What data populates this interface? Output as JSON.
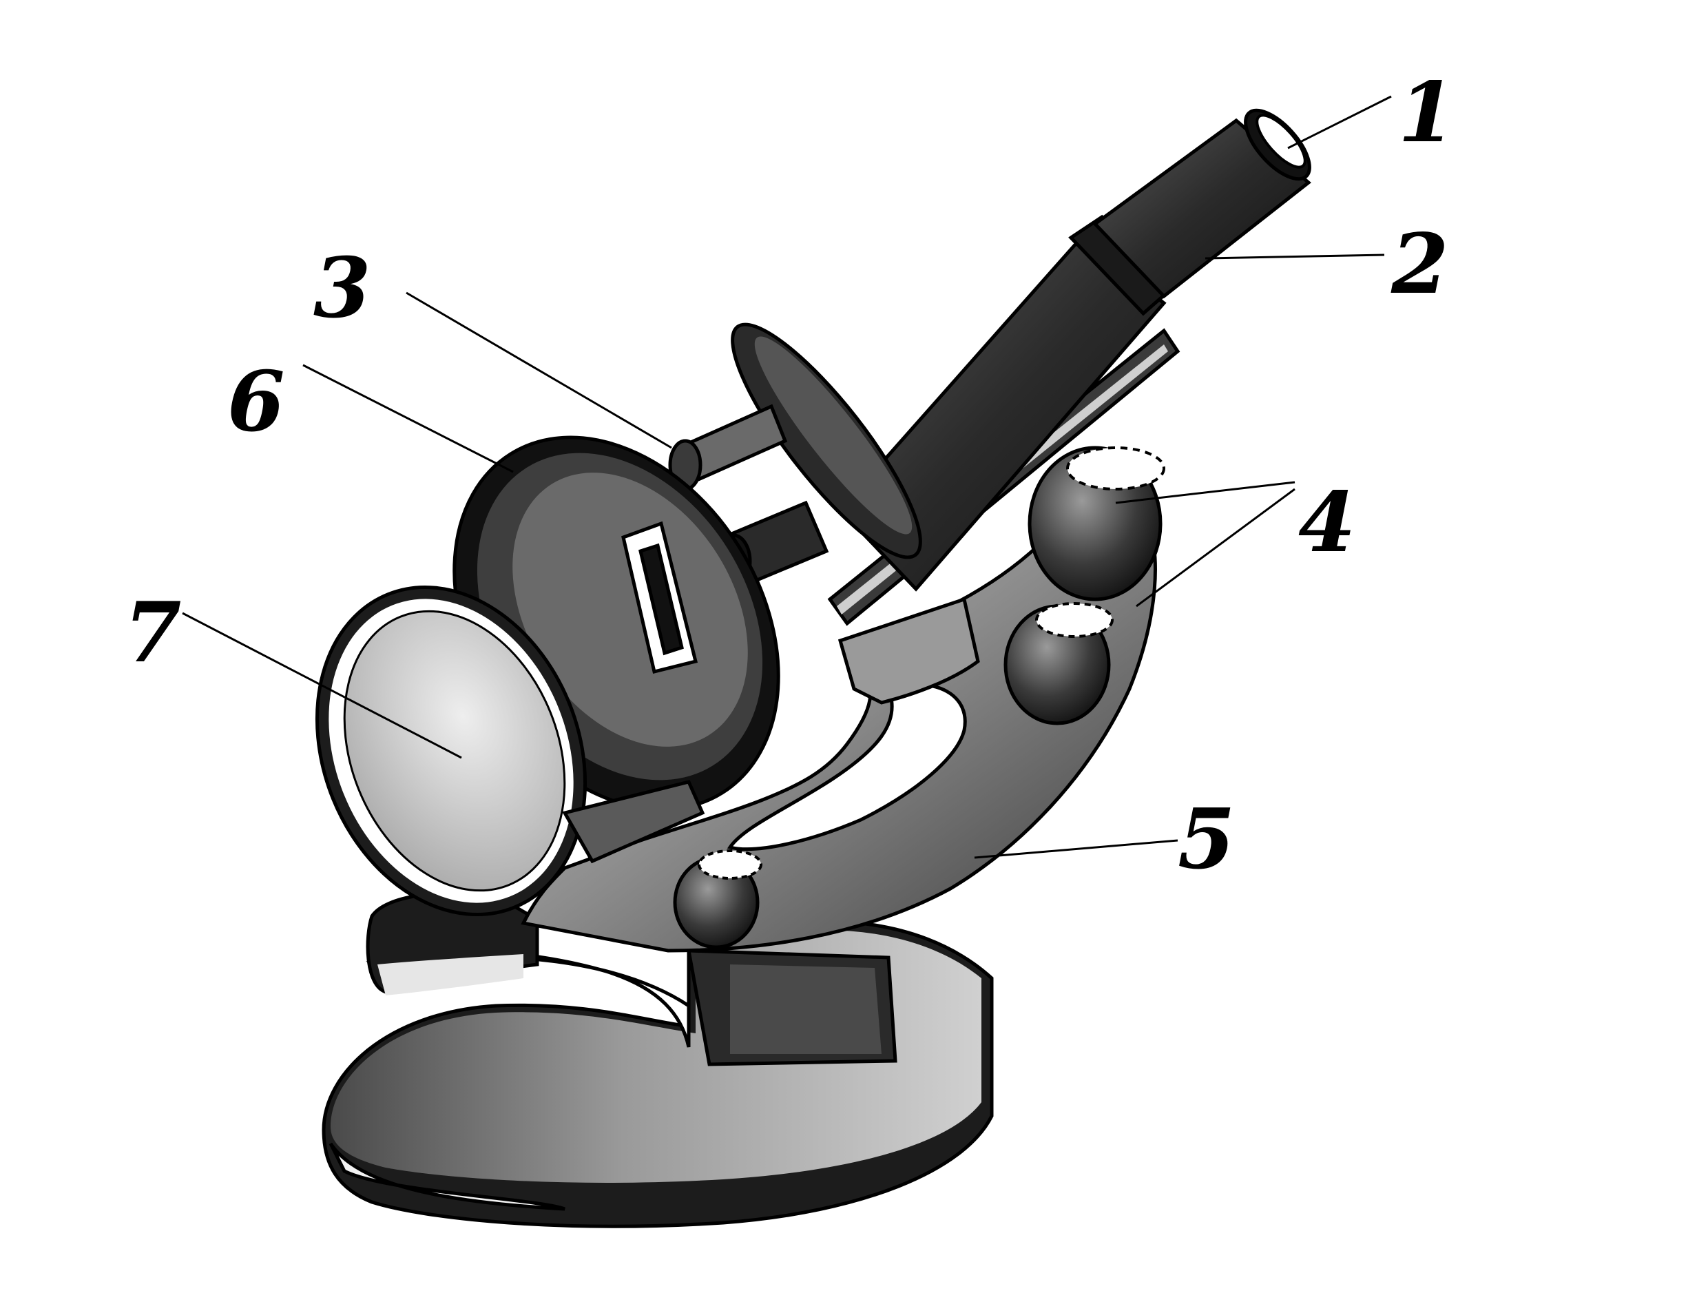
{
  "labels": [
    {
      "num": "1",
      "part": "eyepiece"
    },
    {
      "num": "2",
      "part": "tube"
    },
    {
      "num": "3",
      "part": "objective"
    },
    {
      "num": "4",
      "part": "adjustment-screws"
    },
    {
      "num": "5",
      "part": "arm"
    },
    {
      "num": "6",
      "part": "stage"
    },
    {
      "num": "7",
      "part": "mirror"
    }
  ],
  "colors": {
    "ink": "#000000",
    "dark": "#2e2e2e",
    "mid": "#7a7a7a",
    "light": "#bdbdbd",
    "paper": "#ffffff"
  }
}
